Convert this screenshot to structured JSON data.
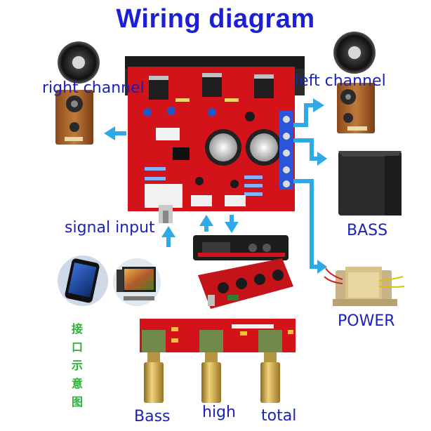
{
  "title": "Wiring diagram",
  "labels": {
    "right_channel": "right channel",
    "left_channel": "left channel",
    "bass": "BASS",
    "power": "POWER",
    "signal_input": "signal input",
    "knob_bass": "Bass",
    "knob_high": "high",
    "knob_total": "total"
  },
  "vertical_text": [
    "接",
    "口",
    "示",
    "意",
    "图"
  ],
  "colors": {
    "title": "#1d1fd6",
    "label": "#1a22b8",
    "arrow": "#2fa9e8",
    "pcb": "#d3121a",
    "vertical_text": "#2fae3a"
  }
}
